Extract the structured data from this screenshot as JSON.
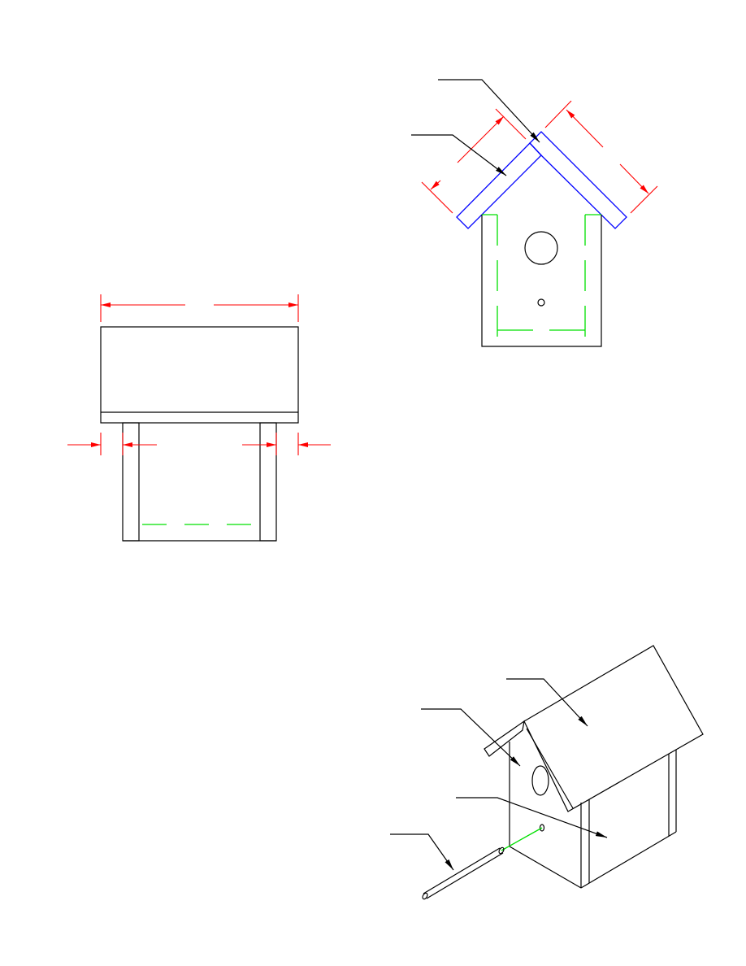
{
  "drawing": {
    "views": [
      "side-view",
      "front-view",
      "isometric-view"
    ],
    "colors": {
      "outline": "#000000",
      "roof": "#0000ff",
      "hidden-lines": "#00e000",
      "dimensions": "#ff0000"
    }
  }
}
